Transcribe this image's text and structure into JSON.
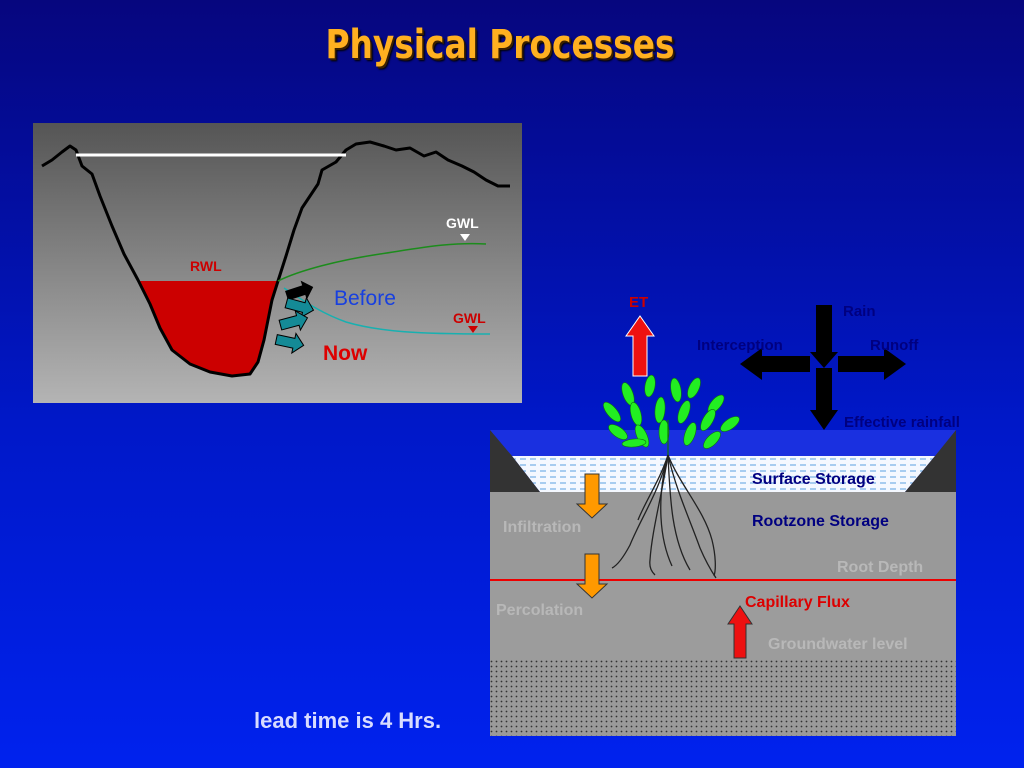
{
  "title": "Physical Processes",
  "footer": "lead time is 4 Hrs.",
  "river_panel": {
    "rwl": "RWL",
    "gwl_upper": "GWL",
    "gwl_lower": "GWL",
    "before": "Before",
    "now": "Now"
  },
  "soil_panel": {
    "et": "ET",
    "rain": "Rain",
    "interception": "Interception",
    "runoff": "Runoff",
    "effective_rainfall": "Effective rainfall",
    "surface_storage": "Surface Storage",
    "rootzone_storage": "Rootzone Storage",
    "infiltration": "Infiltration",
    "root_depth": "Root Depth",
    "percolation": "Percolation",
    "capillary_flux": "Capillary Flux",
    "groundwater_level": "Groundwater level"
  },
  "colors": {
    "title": "#ffb020",
    "water_red": "#cc0000",
    "flux_orange": "#ff9900",
    "leaf_green": "#22ee22",
    "label_navy": "#000080"
  }
}
